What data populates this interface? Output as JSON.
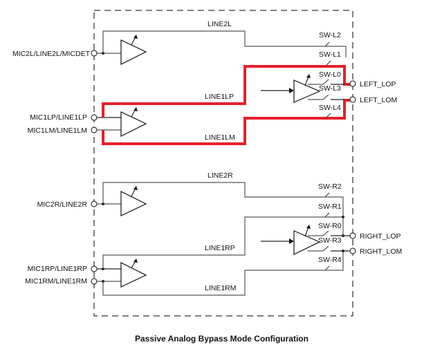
{
  "title": "Passive Analog Bypass Mode Configuration",
  "left_channel": {
    "inputs": [
      {
        "id": "mic2l",
        "label": "MIC2L/LINE2L/MICDET"
      },
      {
        "id": "mic1lp",
        "label": "MIC1LP/LINE1LP"
      },
      {
        "id": "mic1lm",
        "label": "MIC1LM/LINE1LM"
      }
    ],
    "nets": [
      "LINE2L",
      "LINE1LP",
      "LINE1LM"
    ],
    "switches": [
      "SW-L2",
      "SW-L1",
      "SW-L0",
      "SW-L3",
      "SW-L4"
    ],
    "outputs": [
      {
        "id": "left_lop",
        "label": "LEFT_LOP"
      },
      {
        "id": "left_lom",
        "label": "LEFT_LOM"
      }
    ],
    "highlighted_paths": [
      "MIC1LP/LINE1LP → LINE1LP → SW-L1 → LEFT_LOP",
      "MIC1LM/LINE1LM → LINE1LM → SW-L4 → LEFT_LOM"
    ]
  },
  "right_channel": {
    "inputs": [
      {
        "id": "mic2r",
        "label": "MIC2R/LINE2R"
      },
      {
        "id": "mic1rp",
        "label": "MIC1RP/LINE1RP"
      },
      {
        "id": "mic1rm",
        "label": "MIC1RM/LINE1RM"
      }
    ],
    "nets": [
      "LINE2R",
      "LINE1RP",
      "LINE1RM"
    ],
    "switches": [
      "SW-R2",
      "SW-R1",
      "SW-R0",
      "SW-R3",
      "SW-R4"
    ],
    "outputs": [
      {
        "id": "right_lop",
        "label": "RIGHT_LOP"
      },
      {
        "id": "right_lom",
        "label": "RIGHT_LOM"
      }
    ]
  },
  "colors": {
    "highlight": "#e5202a",
    "wire": "#555555",
    "border": "#555555"
  }
}
